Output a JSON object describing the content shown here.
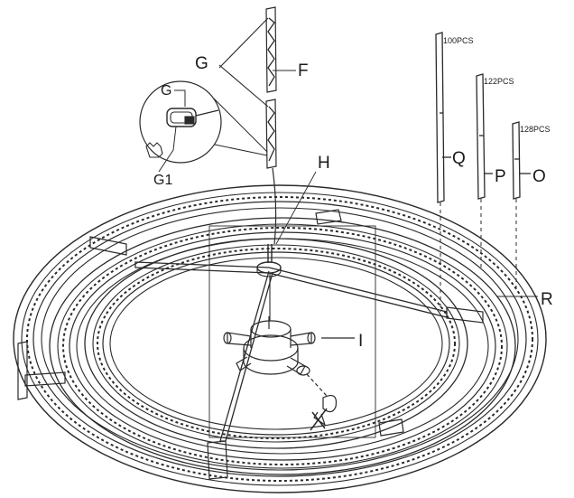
{
  "labels": {
    "g": "G",
    "f": "F",
    "h": "H",
    "i": "I",
    "r": "R",
    "q": "Q",
    "p": "P",
    "o": "O",
    "g_detail": "G",
    "g1": "G1"
  },
  "quantities": {
    "q": "100PCS",
    "p": "122PCS",
    "o": "128PCS"
  },
  "colors": {
    "line": "#2a2a2a",
    "background": "#ffffff"
  }
}
